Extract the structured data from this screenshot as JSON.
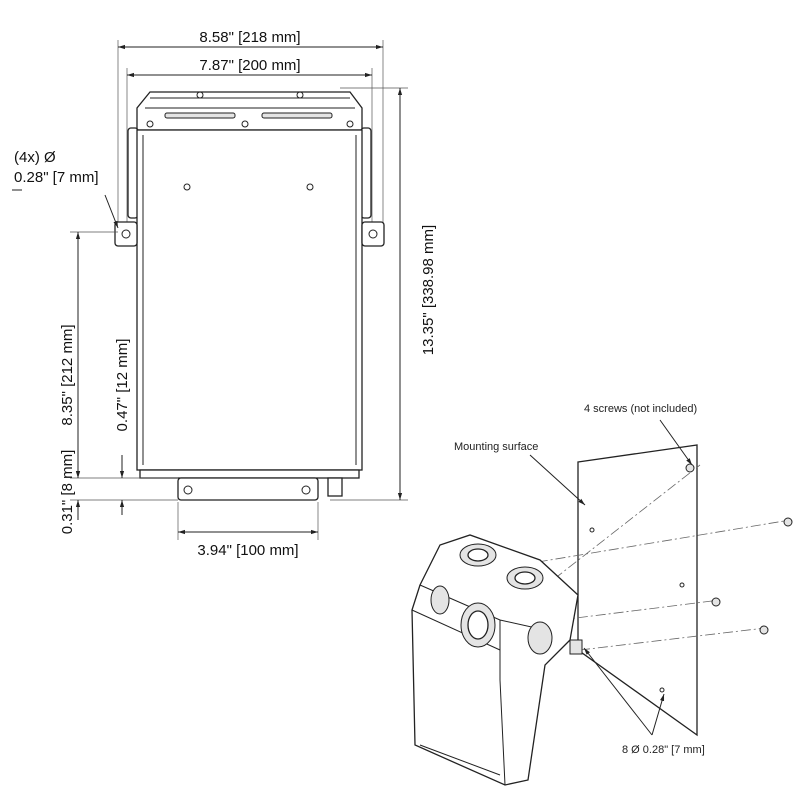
{
  "front_view": {
    "overall_width": "8.58\" [218 mm]",
    "mount_width": "7.87\" [200 mm]",
    "hole_count": "(4x) Ø",
    "hole_size": "0.28\" [7 mm]",
    "overall_height": "13.35\" [338.98 mm]",
    "mount_height": "8.35\" [212 mm]",
    "tab_offset": "0.47\" [12 mm]",
    "bottom_tab_height": "0.31\" [8 mm]",
    "bottom_tab_width": "3.94\" [100 mm]"
  },
  "mounting_view": {
    "screws_label": "4 screws (not included)",
    "surface_label": "Mounting surface",
    "holes_label": "8 Ø 0.28\" [7 mm]"
  }
}
